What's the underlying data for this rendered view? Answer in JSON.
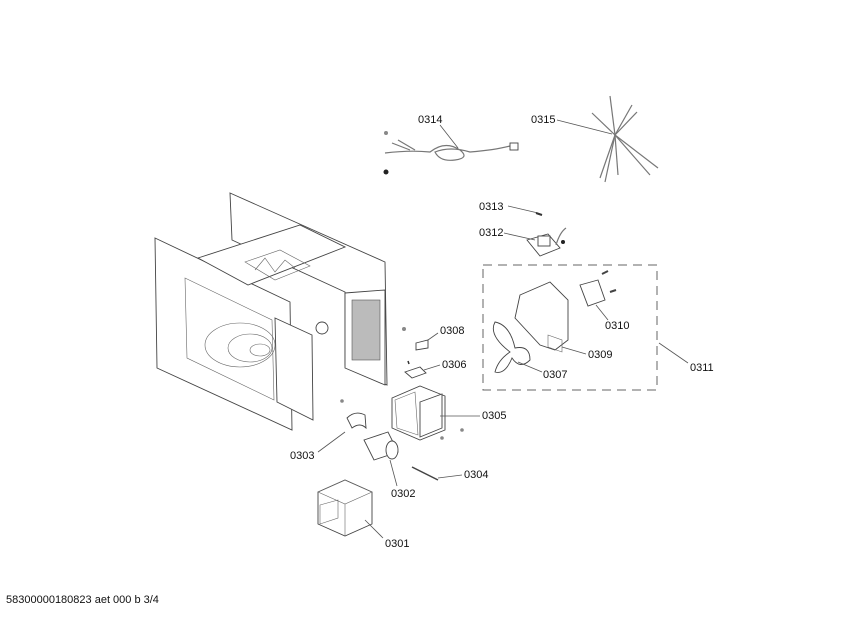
{
  "diagram": {
    "title": "Exploded parts diagram",
    "labels": [
      {
        "id": "0301",
        "text": "0301"
      },
      {
        "id": "0302",
        "text": "0302"
      },
      {
        "id": "0303",
        "text": "0303"
      },
      {
        "id": "0304",
        "text": "0304"
      },
      {
        "id": "0305",
        "text": "0305"
      },
      {
        "id": "0306",
        "text": "0306"
      },
      {
        "id": "0307",
        "text": "0307"
      },
      {
        "id": "0308",
        "text": "0308"
      },
      {
        "id": "0309",
        "text": "0309"
      },
      {
        "id": "0310",
        "text": "0310"
      },
      {
        "id": "0311",
        "text": "0311"
      },
      {
        "id": "0312",
        "text": "0312"
      },
      {
        "id": "0313",
        "text": "0313"
      },
      {
        "id": "0314",
        "text": "0314"
      },
      {
        "id": "0315",
        "text": "0315"
      }
    ]
  },
  "footer": {
    "document_code": "58300000180823 aet 000 b 3/4"
  }
}
